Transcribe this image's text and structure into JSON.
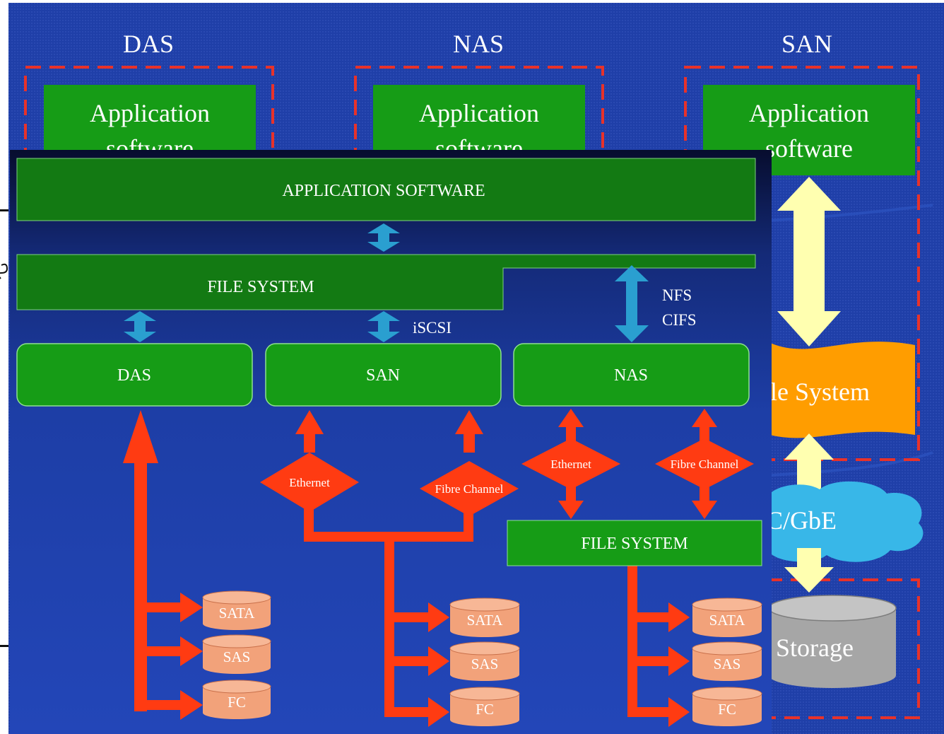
{
  "back_slide": {
    "columns": [
      {
        "header": "DAS",
        "app_box": "Application software"
      },
      {
        "header": "NAS",
        "app_box": "Application software"
      },
      {
        "header": "SAN",
        "app_box": "Application software"
      }
    ],
    "app_box_lines": [
      "Application",
      "software"
    ],
    "file_system_label": "le System",
    "network_label": "C/GbE",
    "storage_label": "Storage"
  },
  "front_diagram": {
    "application_bar": "APPLICATION SOFTWARE",
    "file_system_bar": "FILE SYSTEM",
    "protocol_iscsi": "iSCSI",
    "protocol_nfs": "NFS",
    "protocol_cifs": "CIFS",
    "boxes": {
      "das": "DAS",
      "san": "SAN",
      "nas": "NAS"
    },
    "nas_file_system": "FILE SYSTEM",
    "interconnects": {
      "san_ethernet": "Ethernet",
      "san_fibre": "Fibre Channel",
      "nas_ethernet": "Ethernet",
      "nas_fibre": "Fibre Channel"
    },
    "disks": [
      "SATA",
      "SAS",
      "FC"
    ]
  },
  "colors": {
    "background_blue": "#1f3fa8",
    "green_box": "#169c16",
    "dark_green_bar": "#137a13",
    "red_arrow": "#ff3b12",
    "blue_arrow": "#2a9fd0",
    "cream_arrow": "#ffffb0",
    "orange": "#ff9d00",
    "disk_salmon": "#f2a27a",
    "storage_gray": "#a6a6a6",
    "cloud_blue": "#38b7e8"
  }
}
